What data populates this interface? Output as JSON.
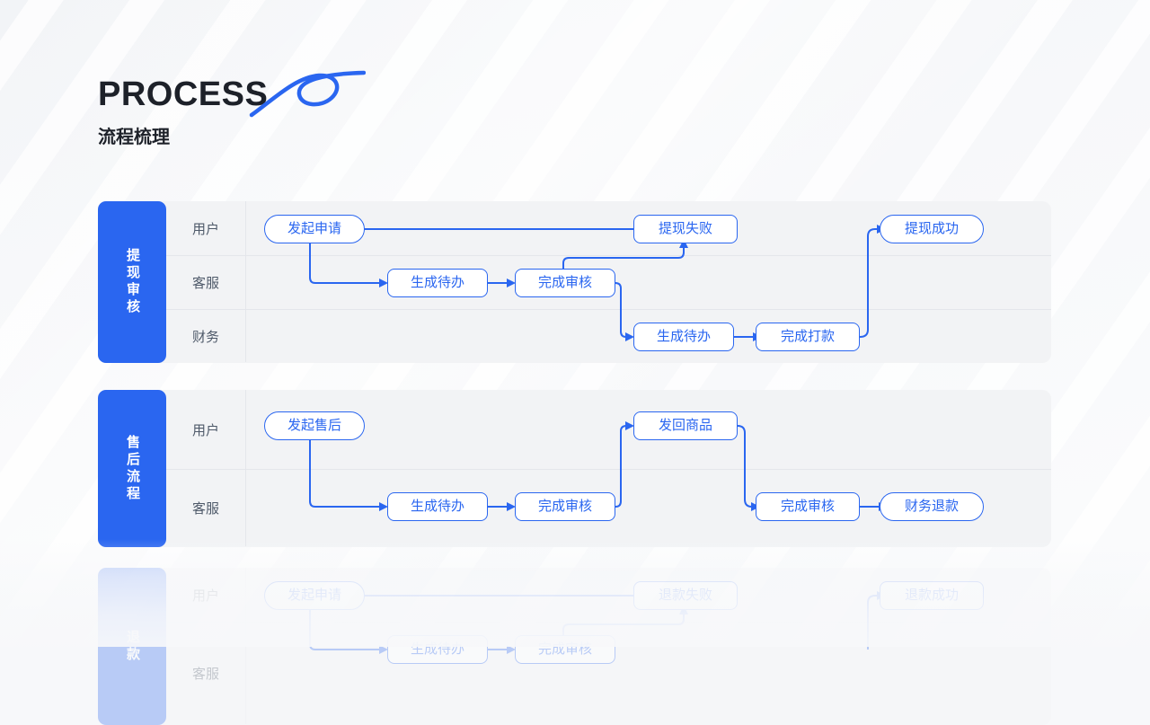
{
  "header": {
    "title": "PROCESS",
    "subtitle": "流程梳理",
    "accent_color": "#2a66f0",
    "title_color": "#1d2129",
    "squiggle_icon": "loop-squiggle-icon"
  },
  "canvas": {
    "background_color": "#f7f8fa",
    "panel_color": "#f2f3f5",
    "node_border_color": "#2a66f0",
    "node_text_color": "#2a66f0",
    "node_fill_color": "#ffffff",
    "lane_label_color": "#4e5969",
    "divider_color": "#e4e6eb"
  },
  "sections": [
    {
      "id": "withdraw-review",
      "tab_label": "提现审核",
      "lanes": [
        {
          "name": "用户"
        },
        {
          "name": "客服"
        },
        {
          "name": "财务"
        }
      ],
      "nodes": [
        {
          "id": "w1",
          "label": "发起申请",
          "lane": 0,
          "shape": "pill"
        },
        {
          "id": "w2",
          "label": "提现失败",
          "lane": 0,
          "shape": "rect"
        },
        {
          "id": "w3",
          "label": "提现成功",
          "lane": 0,
          "shape": "pill"
        },
        {
          "id": "w4",
          "label": "生成待办",
          "lane": 1,
          "shape": "rect"
        },
        {
          "id": "w5",
          "label": "完成审核",
          "lane": 1,
          "shape": "rect"
        },
        {
          "id": "w6",
          "label": "生成待办",
          "lane": 2,
          "shape": "rect"
        },
        {
          "id": "w7",
          "label": "完成打款",
          "lane": 2,
          "shape": "rect"
        }
      ]
    },
    {
      "id": "aftersales-flow",
      "tab_label": "售后流程",
      "lanes": [
        {
          "name": "用户"
        },
        {
          "name": "客服"
        }
      ],
      "nodes": [
        {
          "id": "a1",
          "label": "发起售后",
          "lane": 0,
          "shape": "pill"
        },
        {
          "id": "a2",
          "label": "发回商品",
          "lane": 0,
          "shape": "rect"
        },
        {
          "id": "a3",
          "label": "生成待办",
          "lane": 1,
          "shape": "rect"
        },
        {
          "id": "a4",
          "label": "完成审核",
          "lane": 1,
          "shape": "rect"
        },
        {
          "id": "a5",
          "label": "完成审核",
          "lane": 1,
          "shape": "rect"
        },
        {
          "id": "a6",
          "label": "财务退款",
          "lane": 1,
          "shape": "pill"
        }
      ]
    },
    {
      "id": "refund-flow",
      "tab_label": "退款",
      "lanes": [
        {
          "name": "用户"
        },
        {
          "name": "客服"
        }
      ],
      "nodes": [
        {
          "id": "r1",
          "label": "发起申请",
          "lane": 0,
          "shape": "pill"
        },
        {
          "id": "r2",
          "label": "退款失败",
          "lane": 0,
          "shape": "rect"
        },
        {
          "id": "r3",
          "label": "退款成功",
          "lane": 0,
          "shape": "rect"
        },
        {
          "id": "r4",
          "label": "生成待办",
          "lane": 1,
          "shape": "rect"
        },
        {
          "id": "r5",
          "label": "完成审核",
          "lane": 1,
          "shape": "rect"
        }
      ]
    }
  ]
}
